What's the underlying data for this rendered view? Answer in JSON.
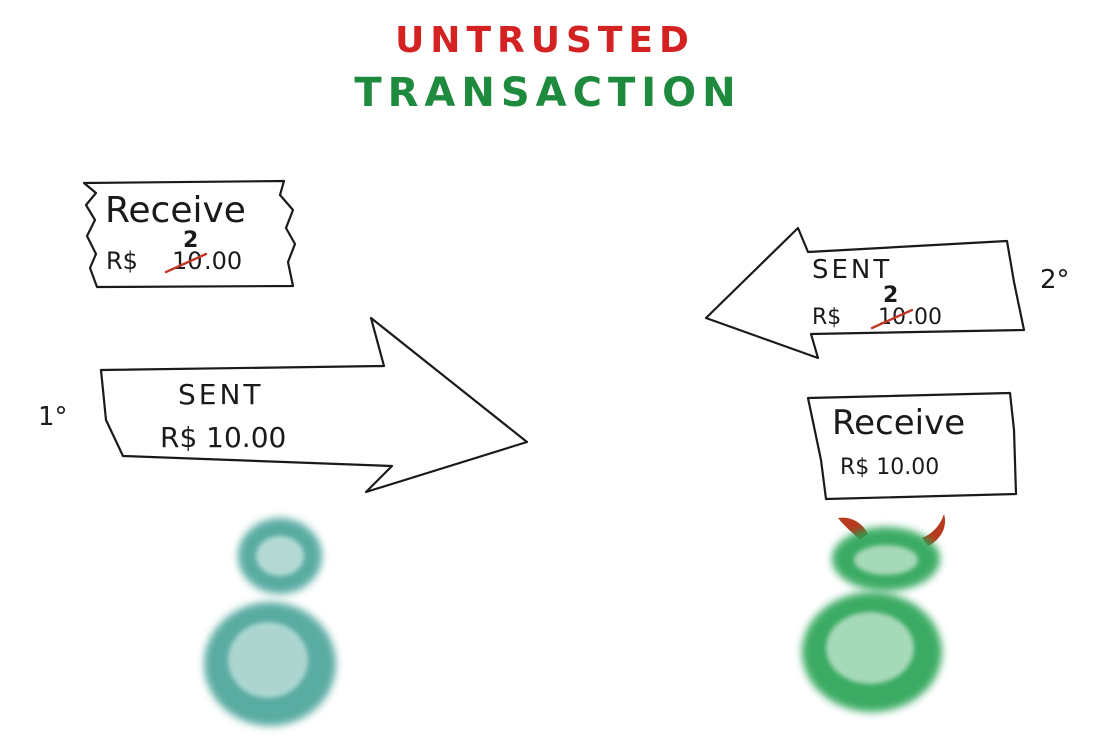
{
  "title": {
    "line1": "UNTRUSTED",
    "line2": "TRANSACTION",
    "line1_color": "#d42121",
    "line2_color": "#1e8a3e"
  },
  "left": {
    "order_label": "1°",
    "receive_note": {
      "heading": "Receive",
      "currency": "R$",
      "original_digits": "10",
      "replacement_digit": "2",
      "decimals": ".00"
    },
    "sent_arrow": {
      "heading": "SENT",
      "amount": "R$ 10.00",
      "direction": "right"
    },
    "person": {
      "kind": "honest-user",
      "color": "#3d9e92"
    }
  },
  "right": {
    "order_label": "2°",
    "sent_arrow": {
      "heading": "SENT",
      "currency": "R$",
      "original_digits": "10",
      "replacement_digit": "2",
      "decimals": ".00",
      "direction": "left"
    },
    "receive_note": {
      "heading": "Receive",
      "amount": "R$ 10.00"
    },
    "person": {
      "kind": "malicious-user-with-horns",
      "color": "#27a352",
      "horn_color": "#b83a1e"
    }
  },
  "correction_color": "#c0392b"
}
